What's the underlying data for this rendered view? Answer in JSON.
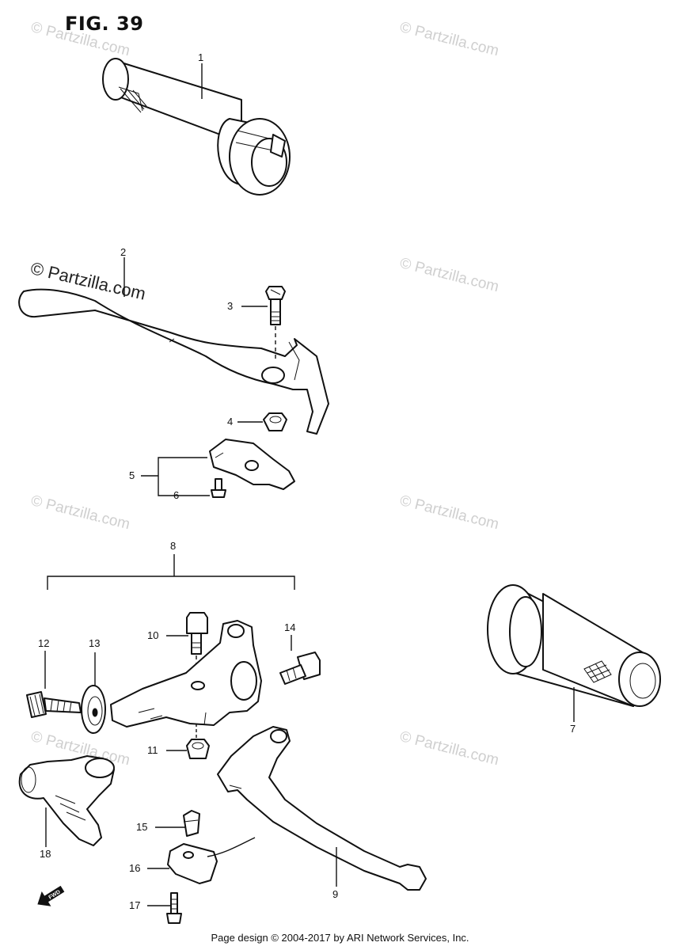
{
  "figure": {
    "title": "FIG. 39"
  },
  "callouts": {
    "c1": "1",
    "c2": "2",
    "c3": "3",
    "c4": "4",
    "c5": "5",
    "c6": "6",
    "c7": "7",
    "c8": "8",
    "c9": "9",
    "c10": "10",
    "c11": "11",
    "c12": "12",
    "c13": "13",
    "c14": "14",
    "c15": "15",
    "c16": "16",
    "c17": "17",
    "c18": "18"
  },
  "watermarks": {
    "small": "© Partzilla.com",
    "large": "© Partzilla.com"
  },
  "footer": {
    "text": "Page design © 2004-2017 by ARI Network Services, Inc."
  },
  "icons": {
    "front_arrow": "front-direction-arrow-icon",
    "front_arrow_text": "FWD"
  }
}
